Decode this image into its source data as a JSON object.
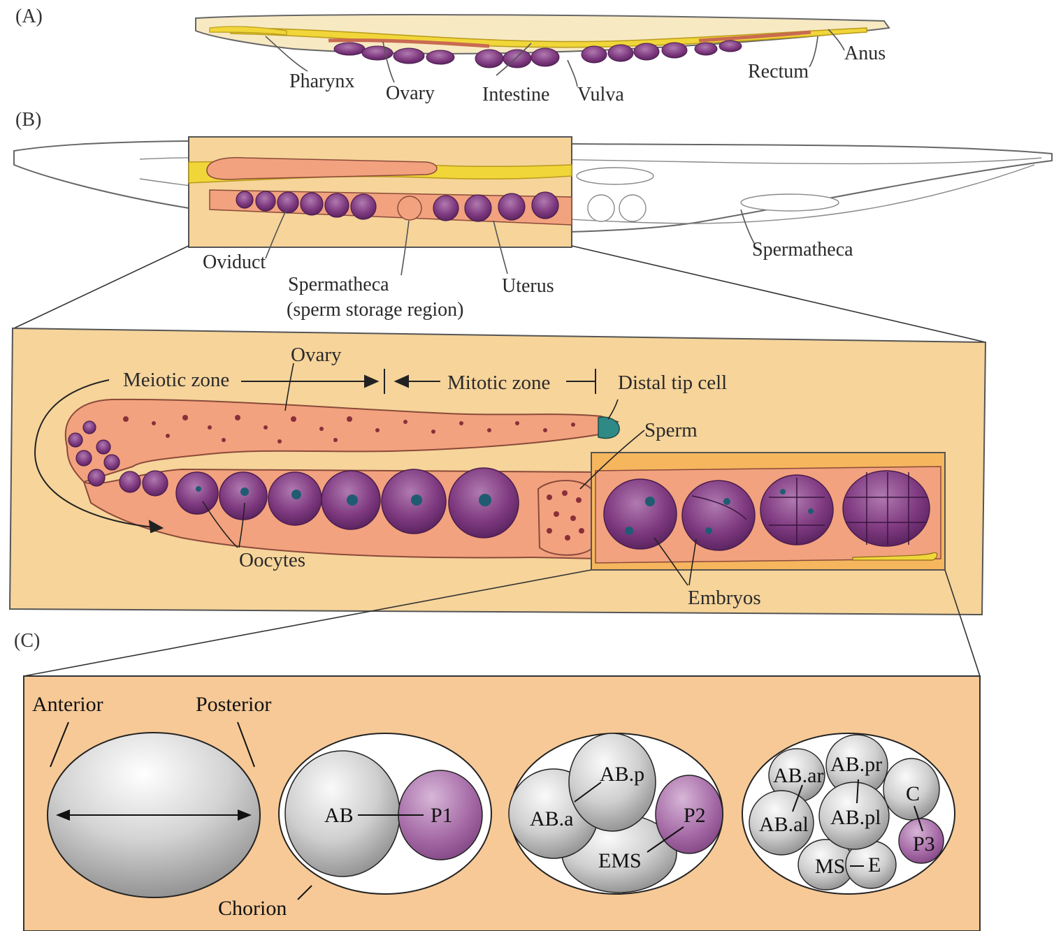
{
  "panels": {
    "a": {
      "tag": "(A)",
      "labels": [
        "Pharynx",
        "Ovary",
        "Intestine",
        "Vulva",
        "Rectum",
        "Anus"
      ]
    },
    "b": {
      "tag": "(B)",
      "labels": {
        "oviduct": "Oviduct",
        "spermatheca_line1": "Spermatheca",
        "spermatheca_line2": "(sperm storage region)",
        "uterus": "Uterus",
        "spermatheca_right": "Spermatheca"
      }
    },
    "zoom": {
      "labels": {
        "meiotic_zone": "Meiotic zone",
        "ovary": "Ovary",
        "mitotic_zone": "Mitotic zone",
        "distal_tip_cell": "Distal tip cell",
        "sperm": "Sperm",
        "oocytes": "Oocytes",
        "embryos": "Embryos"
      }
    },
    "c": {
      "tag": "(C)",
      "labels": {
        "anterior": "Anterior",
        "posterior": "Posterior",
        "chorion": "Chorion"
      },
      "cells": [
        "AB",
        "P1",
        "AB.p",
        "AB.a",
        "P2",
        "EMS",
        "AB.ar",
        "AB.pr",
        "C",
        "AB.al",
        "AB.pl",
        "P3",
        "MS",
        "E"
      ]
    }
  },
  "colors": {
    "zoom_bg": "#f6d49a",
    "panel_c_bg": "#f6c997",
    "gonad_pink": "#f2a27e",
    "oocyte_purple": "#8a3f86",
    "intestine_yellow": "#f1d63a",
    "p_cell_purple": "#a56aa6",
    "grey_cell": "#c9c9c9"
  }
}
